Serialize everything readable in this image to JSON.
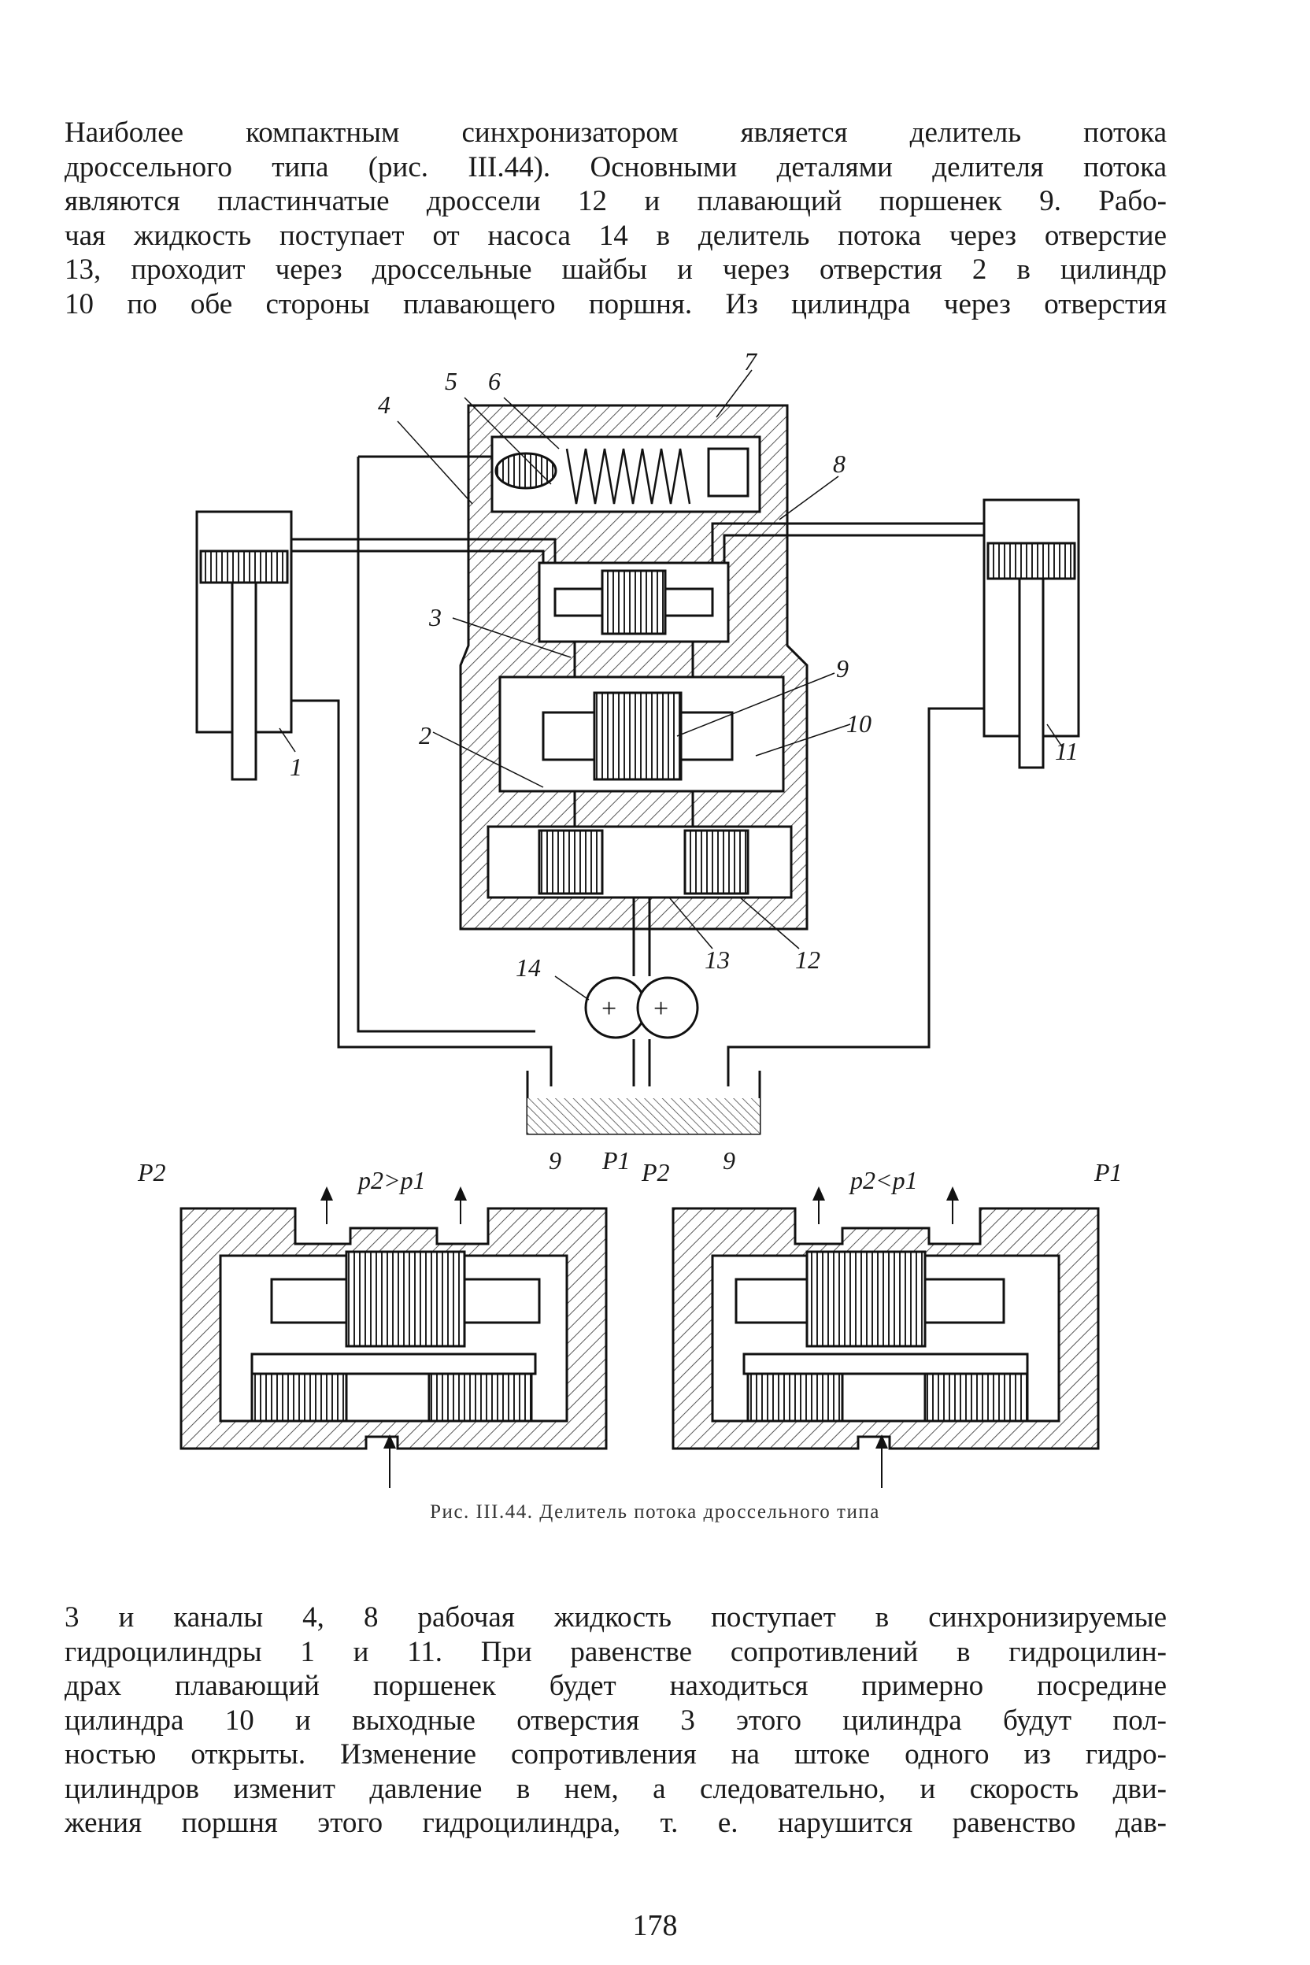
{
  "paragraph_top": [
    "Наиболее компактным синхронизатором является делитель потока",
    "дроссельного типа (рис. III.44). Основными деталями делителя потока",
    "являются пластинчатые дроссели 12 и плавающий поршенек 9. Рабо-",
    "чая жидкость поступает от насоса 14 в делитель потока через отверстие",
    "13, проходит через дроссельные шайбы и через отверстия 2 в цилиндр",
    "10 по обе стороны плавающего поршня. Из цилиндра через отверстия"
  ],
  "figure": {
    "labels": {
      "l1": "1",
      "l2": "2",
      "l3": "3",
      "l4": "4",
      "l5": "5",
      "l6": "6",
      "l7": "7",
      "l8": "8",
      "l9": "9",
      "l10": "10",
      "l11": "11",
      "l12": "12",
      "l13": "13",
      "l14": "14"
    },
    "detail_left": {
      "p2": "P2",
      "ineq": "p2>p1",
      "n9": "9",
      "p1": "P1"
    },
    "detail_right": {
      "p2": "P2",
      "n9": "9",
      "ineq": "p2<p1",
      "p1": "P1"
    }
  },
  "caption": "Рис. III.44. Делитель потока дроссельного типа",
  "paragraph_bottom": [
    "3 и каналы 4, 8 рабочая жидкость поступает в синхронизируемые",
    "гидроцилиндры 1 и 11. При равенстве сопротивлений в гидроцилин-",
    "драх плавающий поршенек будет находиться примерно посредине",
    "цилиндра 10 и выходные отверстия 3 этого цилиндра будут пол-",
    "ностью открыты. Изменение сопротивления на штоке одного из гидро-",
    "цилиндров изменит давление в нем, а следовательно, и скорость дви-",
    "жения поршня этого гидроцилиндра, т. е. нарушится равенство дав-"
  ],
  "page_number": "178"
}
